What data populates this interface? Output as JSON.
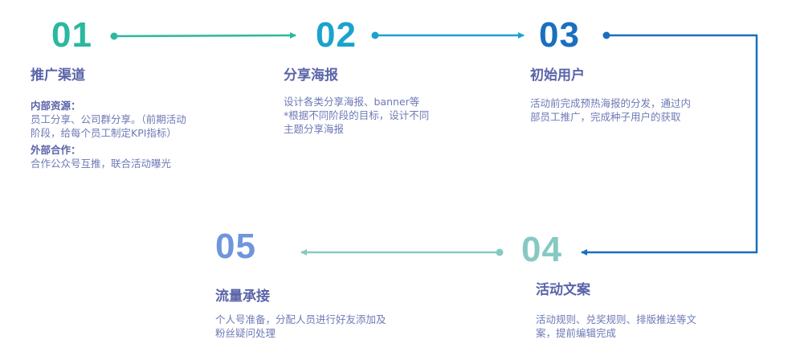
{
  "steps": [
    {
      "number": "01",
      "title": "推广渠道",
      "sub1": "内部资源：",
      "line1": "员工分享、公司群分享。（前期活动",
      "line2": "阶段，给每个员工制定KPI指标）",
      "sub2": "外部合作：",
      "line3": "合作公众号互推，联合活动曝光"
    },
    {
      "number": "02",
      "title": "分享海报",
      "line1": "设计各类分享海报、banner等",
      "line2": "*根据不同阶段的目标，设计不同",
      "line3": "主题分享海报"
    },
    {
      "number": "03",
      "title": "初始用户",
      "line1": "活动前完成预热海报的分发，通过内",
      "line2": "部员工推广，完成种子用户的获取"
    },
    {
      "number": "04",
      "title": "活动文案",
      "line1": "活动规则、兑奖规则、排版推送等文",
      "line2": "案，提前编辑完成"
    },
    {
      "number": "05",
      "title": "流量承接",
      "line1": "个人号准备，分配人员进行好友添加及",
      "line2": "粉丝疑问处理"
    }
  ],
  "colors": {
    "step1": "#2bb8a0",
    "step2": "#1aa3cc",
    "step3": "#1a6fbf",
    "step4": "#86c9c3",
    "step5": "#6f95dd"
  }
}
